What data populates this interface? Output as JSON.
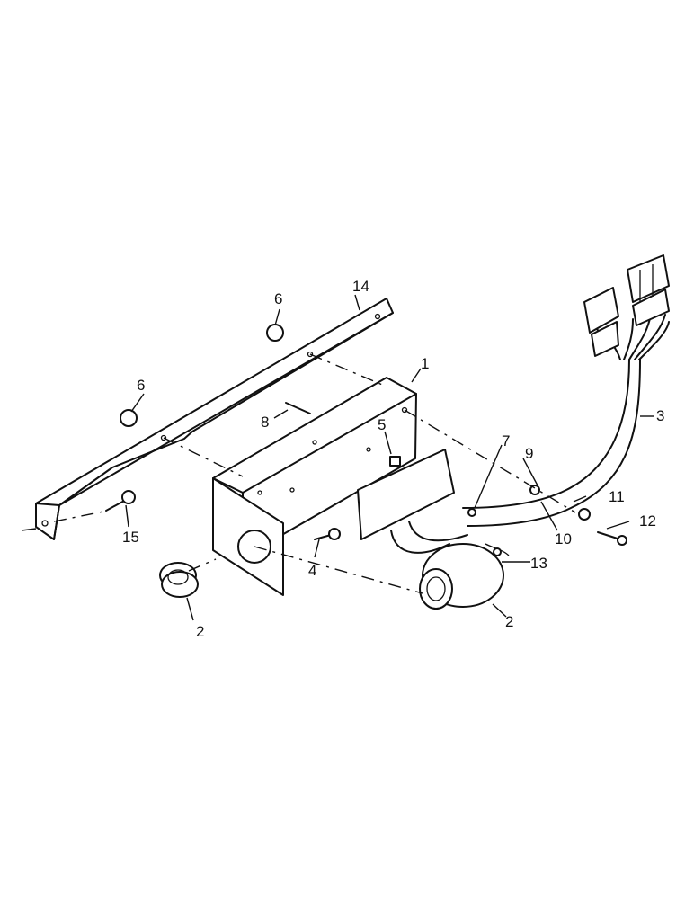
{
  "callouts": {
    "c1": "1",
    "c2a": "2",
    "c2b": "2",
    "c3": "3",
    "c4": "4",
    "c5": "5",
    "c6a": "6",
    "c6b": "6",
    "c7": "7",
    "c8": "8",
    "c9": "9",
    "c10": "10",
    "c11": "11",
    "c12": "12",
    "c13": "13",
    "c14": "14",
    "c15": "15"
  },
  "colors": {
    "line": "#111111",
    "background": "#ffffff"
  }
}
